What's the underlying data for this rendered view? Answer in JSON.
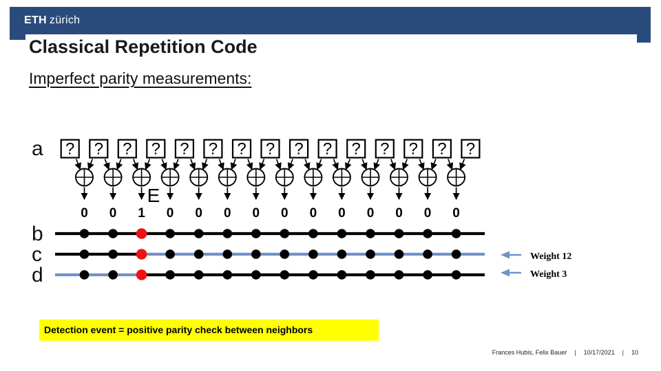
{
  "colors": {
    "header_blue": "#2a4c7d",
    "chain_blue": "#7191c8",
    "error_red": "#ee1313",
    "highlight_yellow": "#ffff00"
  },
  "header": {
    "logo_bold": "ETH",
    "logo_light": "zürich"
  },
  "title": "Classical Repetition Code",
  "subtitle": "Imperfect parity measurements:",
  "diagram": {
    "row_a_label": "a",
    "data_bit_symbol": "?",
    "num_data_bits": 15,
    "measurements": [
      "0",
      "0",
      "1",
      "0",
      "0",
      "0",
      "0",
      "0",
      "0",
      "0",
      "0",
      "0",
      "0",
      "0"
    ],
    "error_label": "E",
    "error_index": 2,
    "red_dot_index": 2,
    "rows": [
      {
        "label": "b",
        "segments": [
          {
            "from": "start",
            "to": "end",
            "color": "black"
          }
        ]
      },
      {
        "label": "c",
        "segments": [
          {
            "from": "start",
            "to": "error",
            "color": "black"
          },
          {
            "from": "error",
            "to": "end",
            "color": "blue"
          }
        ]
      },
      {
        "label": "d",
        "segments": [
          {
            "from": "start",
            "to": "error",
            "color": "blue"
          },
          {
            "from": "error",
            "to": "end",
            "color": "black"
          }
        ]
      }
    ],
    "annotations": [
      {
        "row": "c",
        "text": "Weight 12"
      },
      {
        "row": "d",
        "text": "Weight 3"
      }
    ]
  },
  "callout": "Detection event = positive parity check between neighbors",
  "footer": {
    "authors": "Frances Hubis, Felix Bauer",
    "separator": "|",
    "date": "10/17/2021",
    "page": "10"
  }
}
